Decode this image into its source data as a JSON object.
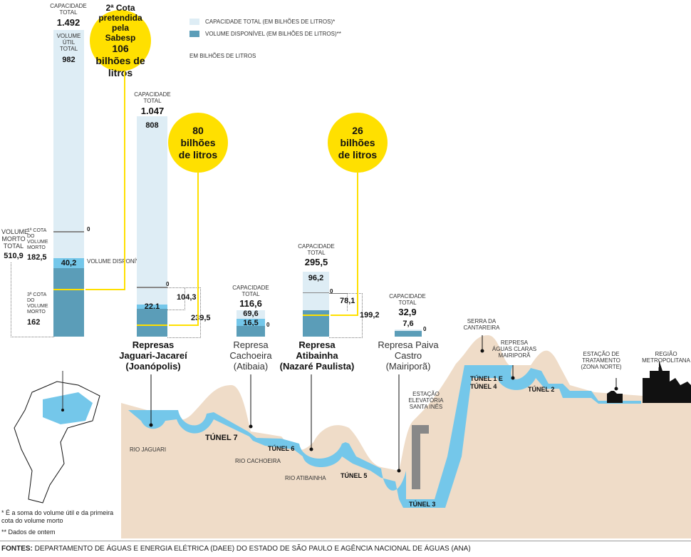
{
  "legend": {
    "capacity": "CAPACIDADE TOTAL (EM BILHÕES DE LITROS)*",
    "available": "VOLUME DISPONÍVEL (EM BILHÕES DE LITROS)**",
    "unit": "EM BILHÕES DE LITROS"
  },
  "colors": {
    "capacity": "#deedf5",
    "available": "#5b9db8",
    "highlight": "#ffe000",
    "water": "#74c7ea",
    "terrain": "#efdcc8"
  },
  "cantareira": {
    "cap_label": "CAPACIDADE TOTAL",
    "cap_value": "1.492",
    "util_label": "VOLUME ÚTIL TOTAL",
    "util_value": "982",
    "zero": "0",
    "morto_label": "VOLUME MORTO TOTAL",
    "morto_value": "510,9",
    "cota1_label": "1ª COTA DO VOLUME MORTO",
    "cota1_value": "182,5",
    "disp_value": "40,2",
    "disp_label": "VOLUME DISPONÍVEL",
    "cota3_label": "3ª COTA DO VOLUME MORTO",
    "cota3_value": "162"
  },
  "callouts": [
    {
      "text": "2ª Cota pretendida pela Sabesp",
      "value": "106 bilhões de litros"
    },
    {
      "text": "80 bilhões de litros"
    },
    {
      "text": "26 bilhões de litros"
    }
  ],
  "reservoirs": [
    {
      "name": "Represas Jaguari-Jacareí",
      "city": "(Joanópolis)",
      "cap_label": "CAPACIDADE TOTAL",
      "cap_value": "1.047",
      "util": "808",
      "zero": "0",
      "avail": "22,1",
      "morto": "104,3",
      "total_morto": "239,5"
    },
    {
      "name": "Represa Cachoeira",
      "city": "(Atibaia)",
      "cap_label": "CAPACIDADE TOTAL",
      "cap_value": "116,6",
      "util": "69,6",
      "avail": "16,5",
      "zero": "0"
    },
    {
      "name": "Represa Atibainha",
      "city": "(Nazaré Paulista)",
      "cap_label": "CAPACIDADE TOTAL",
      "cap_value": "295,5",
      "util": "96,2",
      "zero": "0",
      "morto": "78,1",
      "total_morto": "199,2"
    },
    {
      "name": "Represa Paiva Castro",
      "city": "(Mairiporã)",
      "cap_label": "CAPACIDADE TOTAL",
      "cap_value": "32,9",
      "util": "7,6",
      "zero": "0"
    }
  ],
  "diagram": {
    "rio_jaguari": "RIO JAGUARI",
    "tunel7": "TÚNEL 7",
    "rio_cachoeira": "RIO CACHOEIRA",
    "tunel6": "TÚNEL 6",
    "rio_atibainha": "RIO ATIBAINHA",
    "tunel5": "TÚNEL 5",
    "tunel3": "TÚNEL 3",
    "estacao_elevatoria": "ESTAÇÃO ELEVATÓRIA SANTA INÊS",
    "serra": "SERRA DA CANTAREIRA",
    "tunel14": "TÚNEL 1 E TÚNEL 4",
    "aguas_claras": "REPRESA ÁGUAS CLARAS MAIRIPORÃ",
    "tunel2": "TÚNEL 2",
    "estacao_tratamento": "ESTAÇÃO DE TRATAMENTO (ZONA NORTE)",
    "regiao": "REGIÃO METROPOLITANA"
  },
  "notes": [
    "* É a soma do volume útil e da primeira cota do volume morto",
    "** Dados de ontem"
  ],
  "sources": {
    "label": "FONTES:",
    "text": "DEPARTAMENTO DE ÁGUAS E ENERGIA ELÉTRICA (DAEE) DO ESTADO DE SÃO PAULO E AGÊNCIA NACIONAL DE ÁGUAS (ANA)"
  }
}
